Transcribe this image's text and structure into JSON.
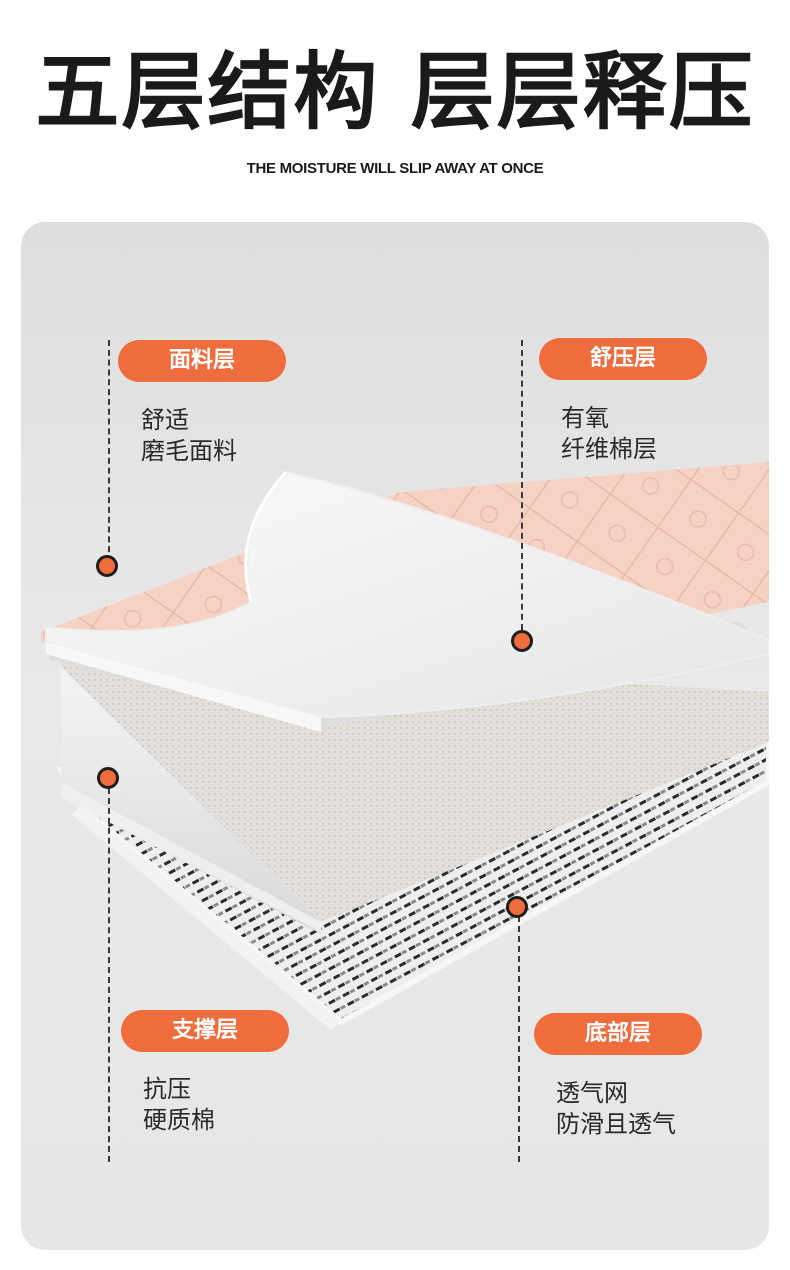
{
  "header": {
    "title": "五层结构 层层释压",
    "subtitle": "THE MOISTURE WILL SLIP AWAY AT ONCE"
  },
  "layers": [
    {
      "name": "面料层",
      "desc": [
        "舒适",
        "磨毛面料"
      ]
    },
    {
      "name": "舒压层",
      "desc": [
        "有氧",
        "纤维棉层"
      ]
    },
    {
      "name": "支撑层",
      "desc": [
        "抗压",
        "硬质棉"
      ]
    },
    {
      "name": "底部层",
      "desc": [
        "透气网",
        "防滑且透气"
      ]
    }
  ],
  "colors": {
    "accent": "#ef6c3d",
    "pink_fabric": "#f7d5c8",
    "panel_bg": "#e4e4e4",
    "text_dark": "#1a1a1a"
  }
}
